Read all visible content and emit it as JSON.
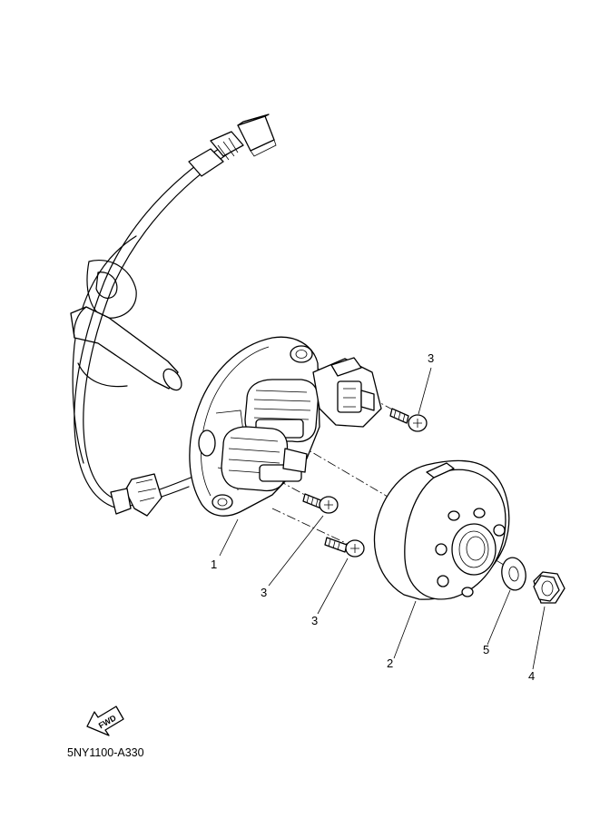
{
  "callouts": [
    {
      "id": "stator",
      "label": "1"
    },
    {
      "id": "rotor",
      "label": "2"
    },
    {
      "id": "screw-top",
      "label": "3"
    },
    {
      "id": "screw-mid",
      "label": "3"
    },
    {
      "id": "screw-low",
      "label": "3"
    },
    {
      "id": "nut",
      "label": "4"
    },
    {
      "id": "washer",
      "label": "5"
    }
  ],
  "fwd_label": "FWD",
  "diagram_code": "5NY1100-A330"
}
